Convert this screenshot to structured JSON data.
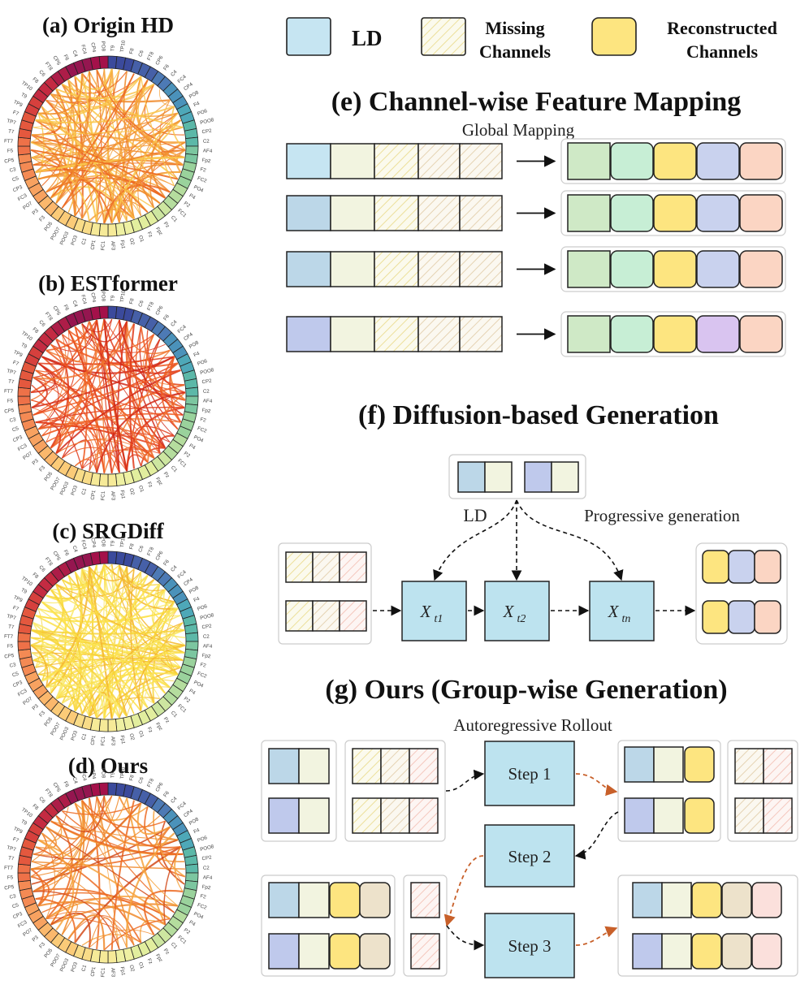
{
  "legend": {
    "ld_label": "LD",
    "missing_label_line1": "Missing",
    "missing_label_line2": "Channels",
    "recon_label_line1": "Reconstructed",
    "recon_label_line2": "Channels"
  },
  "left_panels": {
    "a_title": "(a) Origin HD",
    "b_title": "(b) ESTformer",
    "c_title": "(c) SRGDiff",
    "d_title": "(d) Ours"
  },
  "channel_ring": {
    "labels": [
      "T9",
      "TP10",
      "F8",
      "C6",
      "FT8",
      "CP6",
      "F6",
      "C4",
      "FC4",
      "CP4",
      "PO8",
      "F4",
      "PO6",
      "POO8",
      "CP2",
      "C2",
      "AF4",
      "Fp2",
      "F2",
      "FC2",
      "PO4",
      "P4",
      "P2",
      "FC1",
      "C1",
      "Pz",
      "Fpz",
      "Fz",
      "O1",
      "O2",
      "Fp1",
      "AF3",
      "FC1",
      "CP1",
      "C1",
      "PO3",
      "POO3",
      "POO7",
      "PO5",
      "F3",
      "P3",
      "PO7",
      "FC3",
      "CP3",
      "C5",
      "C3",
      "CP5",
      "F5",
      "FT7",
      "T7",
      "TP7",
      "F7",
      "TP9"
    ],
    "colors": [
      "#3b4a9c",
      "#4660a8",
      "#4d7ab5",
      "#4b92ba",
      "#4ea8b8",
      "#5cb8a8",
      "#7cc6a0",
      "#9ad29c",
      "#b5dd9e",
      "#cde6a0",
      "#e2ee9e",
      "#eef0a2",
      "#f6ea98",
      "#f9dc88",
      "#fbcb78",
      "#fbb86c",
      "#f8a260",
      "#f48a54",
      "#ee7148",
      "#e4583e",
      "#d6403d",
      "#c42b42",
      "#ad1d48",
      "#951650",
      "#a4114a"
    ]
  },
  "panel_e": {
    "title": "(e) Channel-wise Feature Mapping",
    "subtitle": "Global Mapping"
  },
  "panel_f": {
    "title": "(f) Diffusion-based Generation",
    "ld_label": "LD",
    "progressive_label": "Progressive generation",
    "x_t1": "X",
    "x_t1_sub": "t1",
    "x_t2": "X",
    "x_t2_sub": "t2",
    "x_tn": "X",
    "x_tn_sub": "tn"
  },
  "panel_g": {
    "title": "(g) Ours (Group-wise Generation)",
    "subtitle": "Autoregressive Rollout",
    "step1": "Step 1",
    "step2": "Step 2",
    "step3": "Step 3"
  },
  "colors": {
    "ld_light": "#c6e5f2",
    "ld_mid": "#bcd7e8",
    "ld_blue": "#bfc9ec",
    "missing": "#f2f4e0",
    "recon_yellow": "#fde580",
    "green1": "#cfe9c6",
    "green2": "#c7eed5",
    "lavender": "#c9d2ee",
    "purple": "#d9c4f0",
    "peach": "#fbd5c3",
    "tan": "#ede2cb",
    "pink": "#fbe0dc",
    "step_box": "#bde3ef"
  }
}
